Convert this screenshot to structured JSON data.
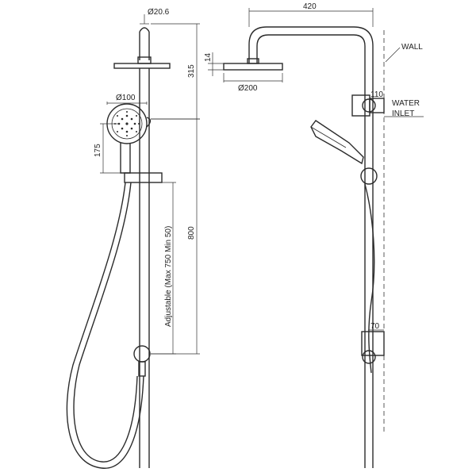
{
  "drawing": {
    "front": {
      "pipe_diameter": "Ø20.6",
      "overhead_to_head": "315",
      "handset_diameter": "Ø100",
      "handset_height": "175",
      "rail_length": "800",
      "adjustable": "Adjustable (Max 750 Min 50)"
    },
    "side": {
      "reach": "420",
      "head_thickness": "14",
      "head_diameter": "Ø200",
      "wall_label": "WALL",
      "inlet_offset": "110",
      "water_inlet_line1": "WATER",
      "water_inlet_line2": "INLET",
      "bracket_offset": "70"
    }
  }
}
